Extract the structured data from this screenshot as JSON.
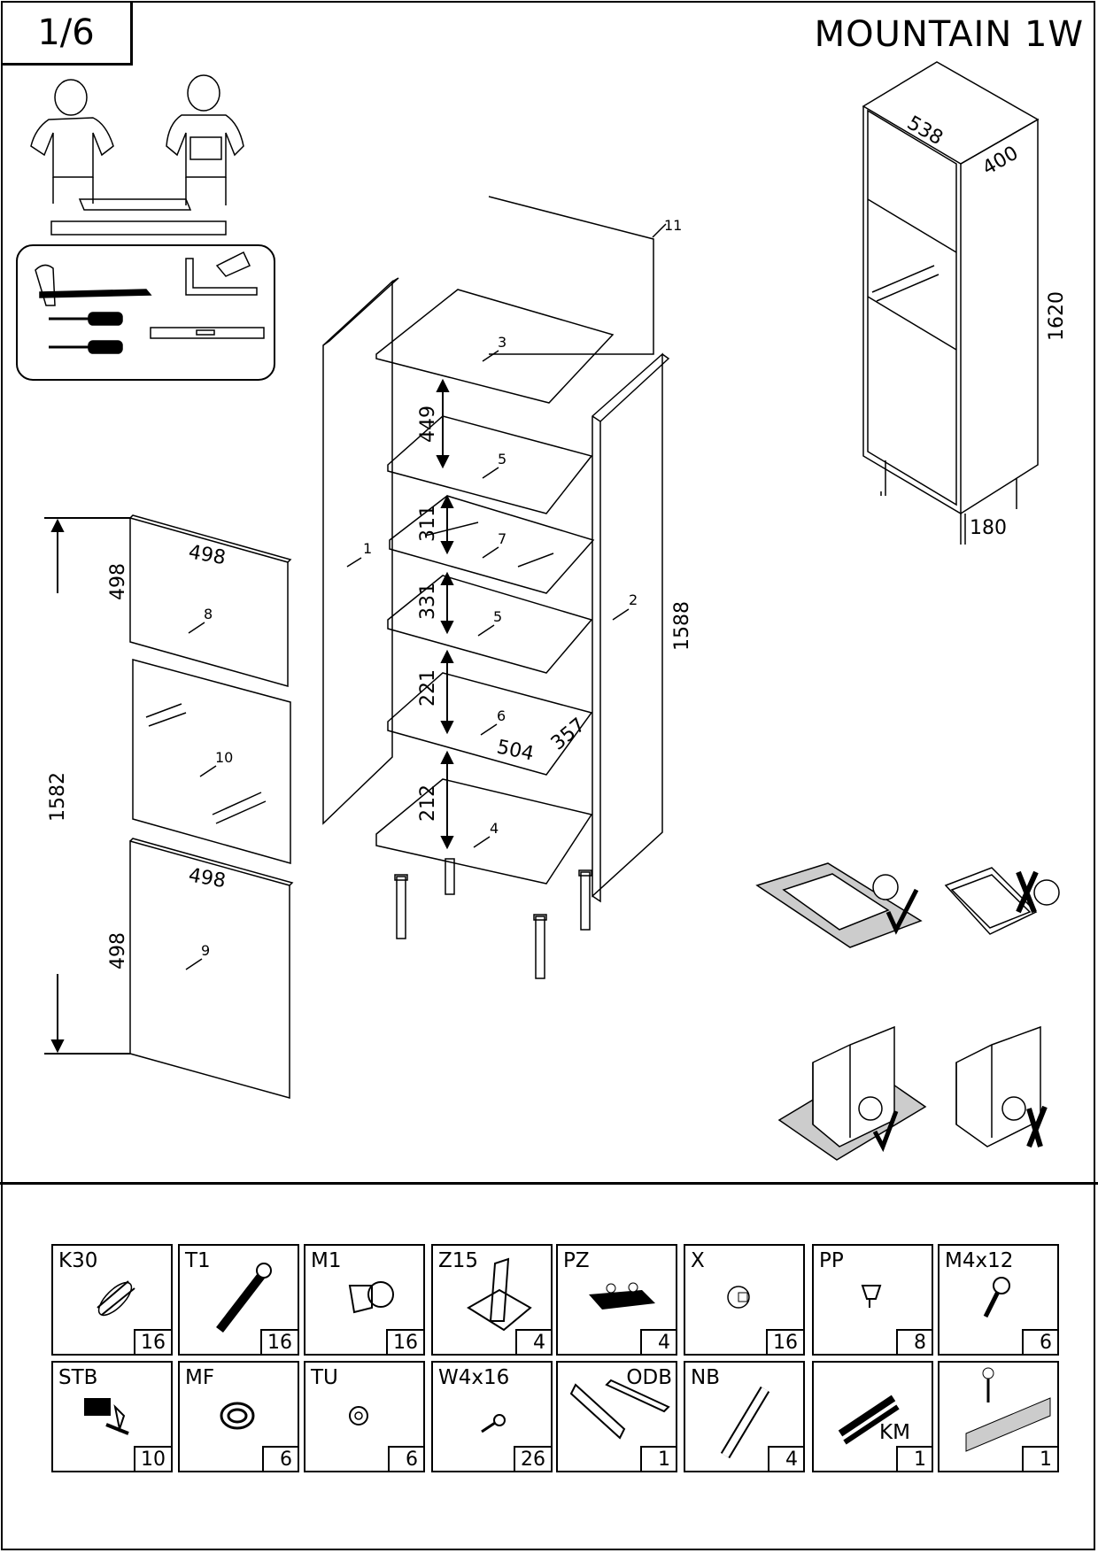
{
  "page": {
    "number": "1/6",
    "title": "MOUNTAIN 1W"
  },
  "overview_dims": {
    "width": "538",
    "depth": "400",
    "height": "1620",
    "leg": "180"
  },
  "cabinet_dims": {
    "height": "1588",
    "gap1": "449",
    "gap2": "311",
    "gap3": "331",
    "gap4": "221",
    "gap5": "212",
    "shelf_w": "504",
    "shelf_d": "357"
  },
  "door_dims": {
    "total": "1582",
    "top_h": "498",
    "top_w": "498",
    "bottom_w": "498",
    "bottom_h": "498"
  },
  "part_labels": [
    "1",
    "2",
    "3",
    "5",
    "7",
    "5",
    "6",
    "4",
    "8",
    "10",
    "9",
    "11"
  ],
  "hardware": [
    {
      "code": "K30",
      "qty": "16",
      "icon": "dowel-icon"
    },
    {
      "code": "T1",
      "qty": "16",
      "icon": "bolt-icon"
    },
    {
      "code": "M1",
      "qty": "16",
      "icon": "cam-lock-icon"
    },
    {
      "code": "Z15",
      "qty": "4",
      "icon": "hinge-icon"
    },
    {
      "code": "PZ",
      "qty": "4",
      "icon": "hinge-plate-icon"
    },
    {
      "code": "X",
      "qty": "16",
      "icon": "pin-icon"
    },
    {
      "code": "PP",
      "qty": "8",
      "icon": "shelf-support-icon"
    },
    {
      "code": "M4x12",
      "qty": "6",
      "icon": "screw-icon"
    },
    {
      "code": "STB",
      "qty": "10",
      "icon": "screw-block-icon"
    },
    {
      "code": "MF",
      "qty": "6",
      "icon": "spring-icon"
    },
    {
      "code": "TU",
      "qty": "6",
      "icon": "bumper-icon"
    },
    {
      "code": "W4x16",
      "qty": "26",
      "icon": "small-screw-icon"
    },
    {
      "code": "ODB",
      "qty": "1",
      "icon": "rail-icon"
    },
    {
      "code": "NB",
      "qty": "4",
      "icon": "leg-icon"
    },
    {
      "code": "KM",
      "qty": "1",
      "icon": "anchor-icon"
    },
    {
      "code": "",
      "qty": "1",
      "icon": "wall-fixing-icon"
    }
  ]
}
